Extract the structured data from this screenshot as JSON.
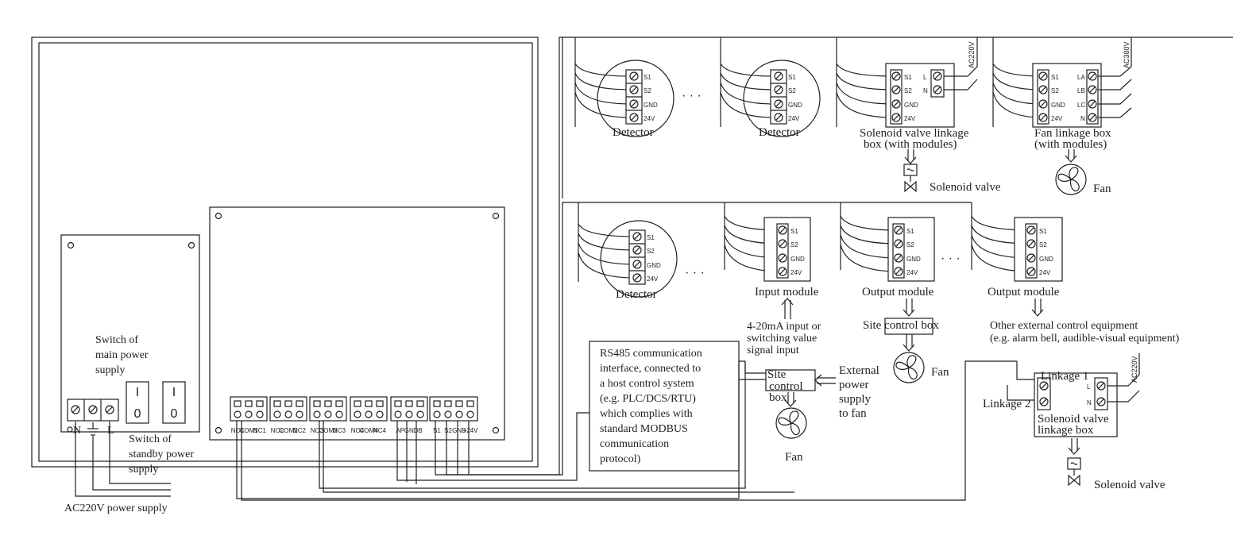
{
  "controller": {
    "power_panel": {
      "switch_main_l1": "Switch of",
      "switch_main_l2": "main power",
      "switch_main_l3": "supply",
      "switch_standby_l1": "Switch of",
      "switch_standby_l2": "standby power",
      "switch_standby_l3": "supply",
      "switch_on": "I",
      "switch_off": "0",
      "term_n": "N",
      "term_l": "L",
      "supply_label": "AC220V power supply"
    },
    "relay_labels": [
      "NO1",
      "COM1",
      "NC1",
      "NO2",
      "COM2",
      "NC2",
      "NO3",
      "COM3",
      "NC3",
      "NO4",
      "COM4",
      "NC4",
      "A",
      "PGND",
      "B",
      "S1",
      "S2",
      "GND",
      "+24V"
    ]
  },
  "rs485_note": {
    "lines": [
      "RS485 communication",
      "interface, connected to",
      "a host control system",
      "(e.g. PLC/DCS/RTU)",
      "which complies with",
      "standard MODBUS",
      "communication",
      "protocol)"
    ]
  },
  "terminals": {
    "s1": "S1",
    "s2": "S2",
    "gnd": "GND",
    "v24": "24V",
    "l": "L",
    "n": "N",
    "la": "LA",
    "lb": "LB",
    "lc": "LC"
  },
  "bus1": {
    "detector_label": "Detector",
    "ellipsis": "· · ·",
    "solenoid_box_l1": "Solenoid valve linkage",
    "solenoid_box_l2": "box (with modules)",
    "solenoid_supply": "AC220V",
    "solenoid_valve": "Solenoid valve",
    "fan_box_l1": "Fan linkage box",
    "fan_box_l2": "(with modules)",
    "fan_supply": "AC380V",
    "fan": "Fan"
  },
  "bus2": {
    "detector_label": "Detector",
    "ellipsis": "· · ·",
    "input_module": "Input module",
    "input_signal_l1": "4-20mA input or",
    "input_signal_l2": "switching value",
    "input_signal_l3": "signal input",
    "output_module": "Output module",
    "site_control_box": "Site control box",
    "fan": "Fan",
    "output_module_2": "Output module",
    "other_equipment_l1": "Other external control equipment",
    "other_equipment_l2": "(e.g. alarm bell, audible-visual equipment)"
  },
  "site_box_2": {
    "label_l1": "Site",
    "label_l2": "control",
    "label_l3": "box",
    "external_l1": "External",
    "external_l2": "power",
    "external_l3": "supply",
    "external_l4": "to fan",
    "fan": "Fan"
  },
  "linkage_box": {
    "linkage1": "Linkage 1",
    "linkage2": "Linkage 2",
    "supply": "AC220V",
    "label_l1": "Solenoid valve",
    "label_l2": "linkage box",
    "valve": "Solenoid valve"
  }
}
